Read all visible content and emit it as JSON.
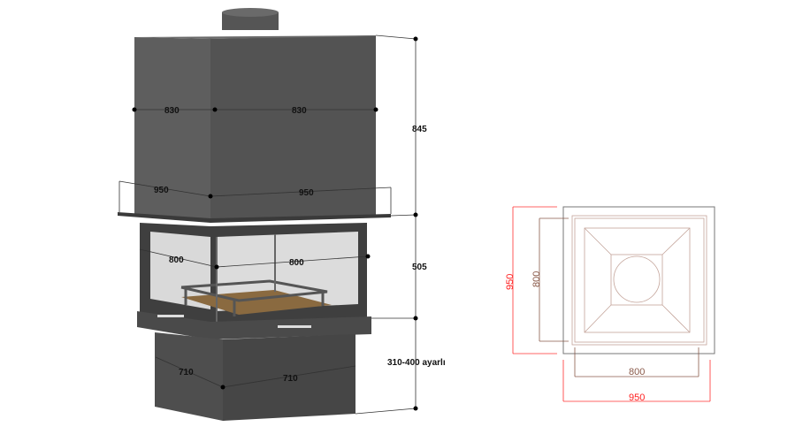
{
  "model_view": {
    "top_width_left": "830",
    "top_width_right": "830",
    "flange_left": "950",
    "flange_right": "950",
    "glass_left": "800",
    "glass_right": "800",
    "base_left": "710",
    "base_right": "710",
    "hood_height": "845",
    "firebox_height": "505",
    "base_height": "310-400 ayarlı"
  },
  "plan_view": {
    "outer_height": "950",
    "inner_height": "800",
    "inner_width": "800",
    "outer_width": "950",
    "outer_color": "#ff2020",
    "inner_color": "#8a5a4a"
  }
}
